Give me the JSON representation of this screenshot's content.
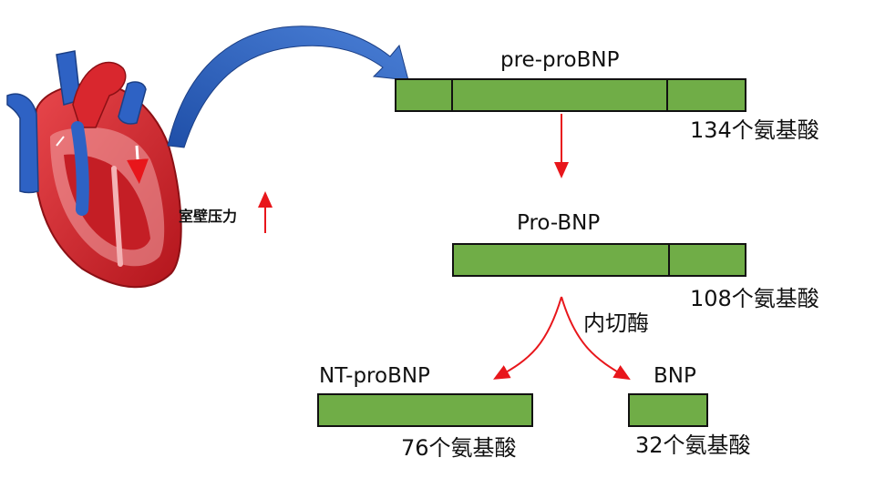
{
  "heart": {
    "pressure_label": "室壁压力"
  },
  "pre_probnp": {
    "label": "pre-proBNP",
    "length": "134个氨基酸"
  },
  "pro_bnp": {
    "label": "Pro-BNP",
    "length": "108个氨基酸"
  },
  "enzyme": {
    "label": "内切酶"
  },
  "nt_probnp": {
    "label": "NT-proBNP",
    "length": "76个氨基酸"
  },
  "bnp": {
    "label": "BNP",
    "length": "32个氨基酸"
  },
  "colors": {
    "segment": "#70ad47",
    "arrow_red": "#e8161b",
    "arrow_blue": "#2f5fb8",
    "heart_red": "#d9272e",
    "vessel_blue": "#2e62c4"
  }
}
